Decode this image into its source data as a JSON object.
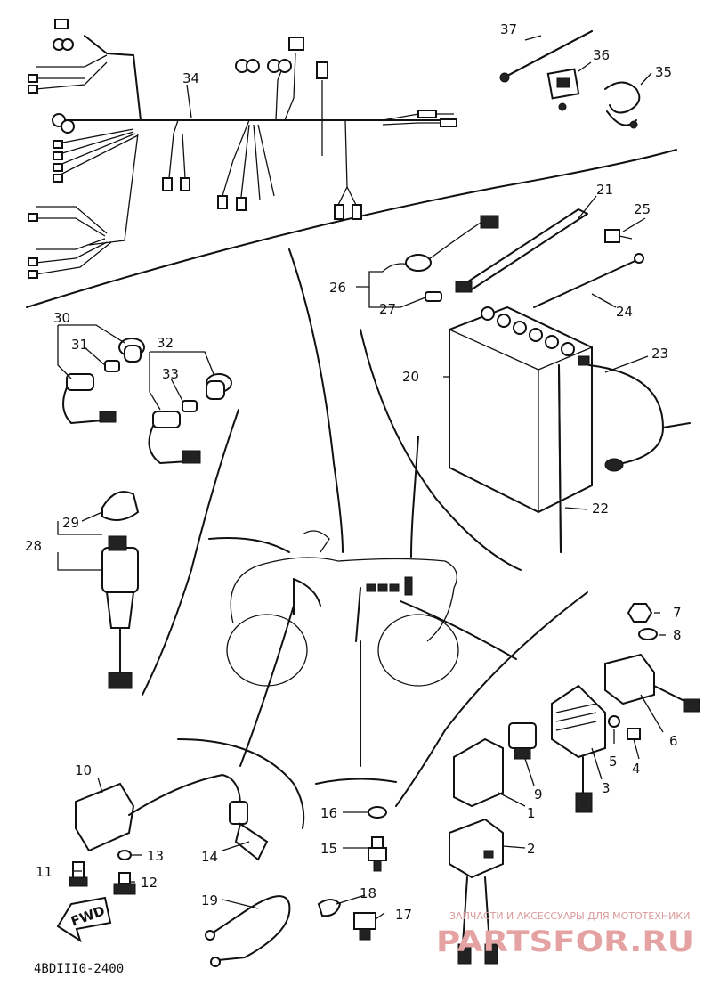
{
  "callouts": [
    "1",
    "2",
    "3",
    "4",
    "5",
    "6",
    "7",
    "8",
    "9",
    "10",
    "11",
    "12",
    "13",
    "14",
    "15",
    "16",
    "17",
    "18",
    "19",
    "20",
    "21",
    "22",
    "23",
    "24",
    "25",
    "26",
    "27",
    "28",
    "29",
    "30",
    "31",
    "32",
    "33",
    "34",
    "35",
    "36",
    "37"
  ],
  "direction_arrow": "FWD",
  "diagram_code": "4BDIII0-2400",
  "watermark": {
    "tagline": "ЗАПЧАСТИ И АКСЕССУАРЫ ДЛЯ МОТОТЕХНИКИ",
    "brand": "PARTSFOR.RU"
  }
}
